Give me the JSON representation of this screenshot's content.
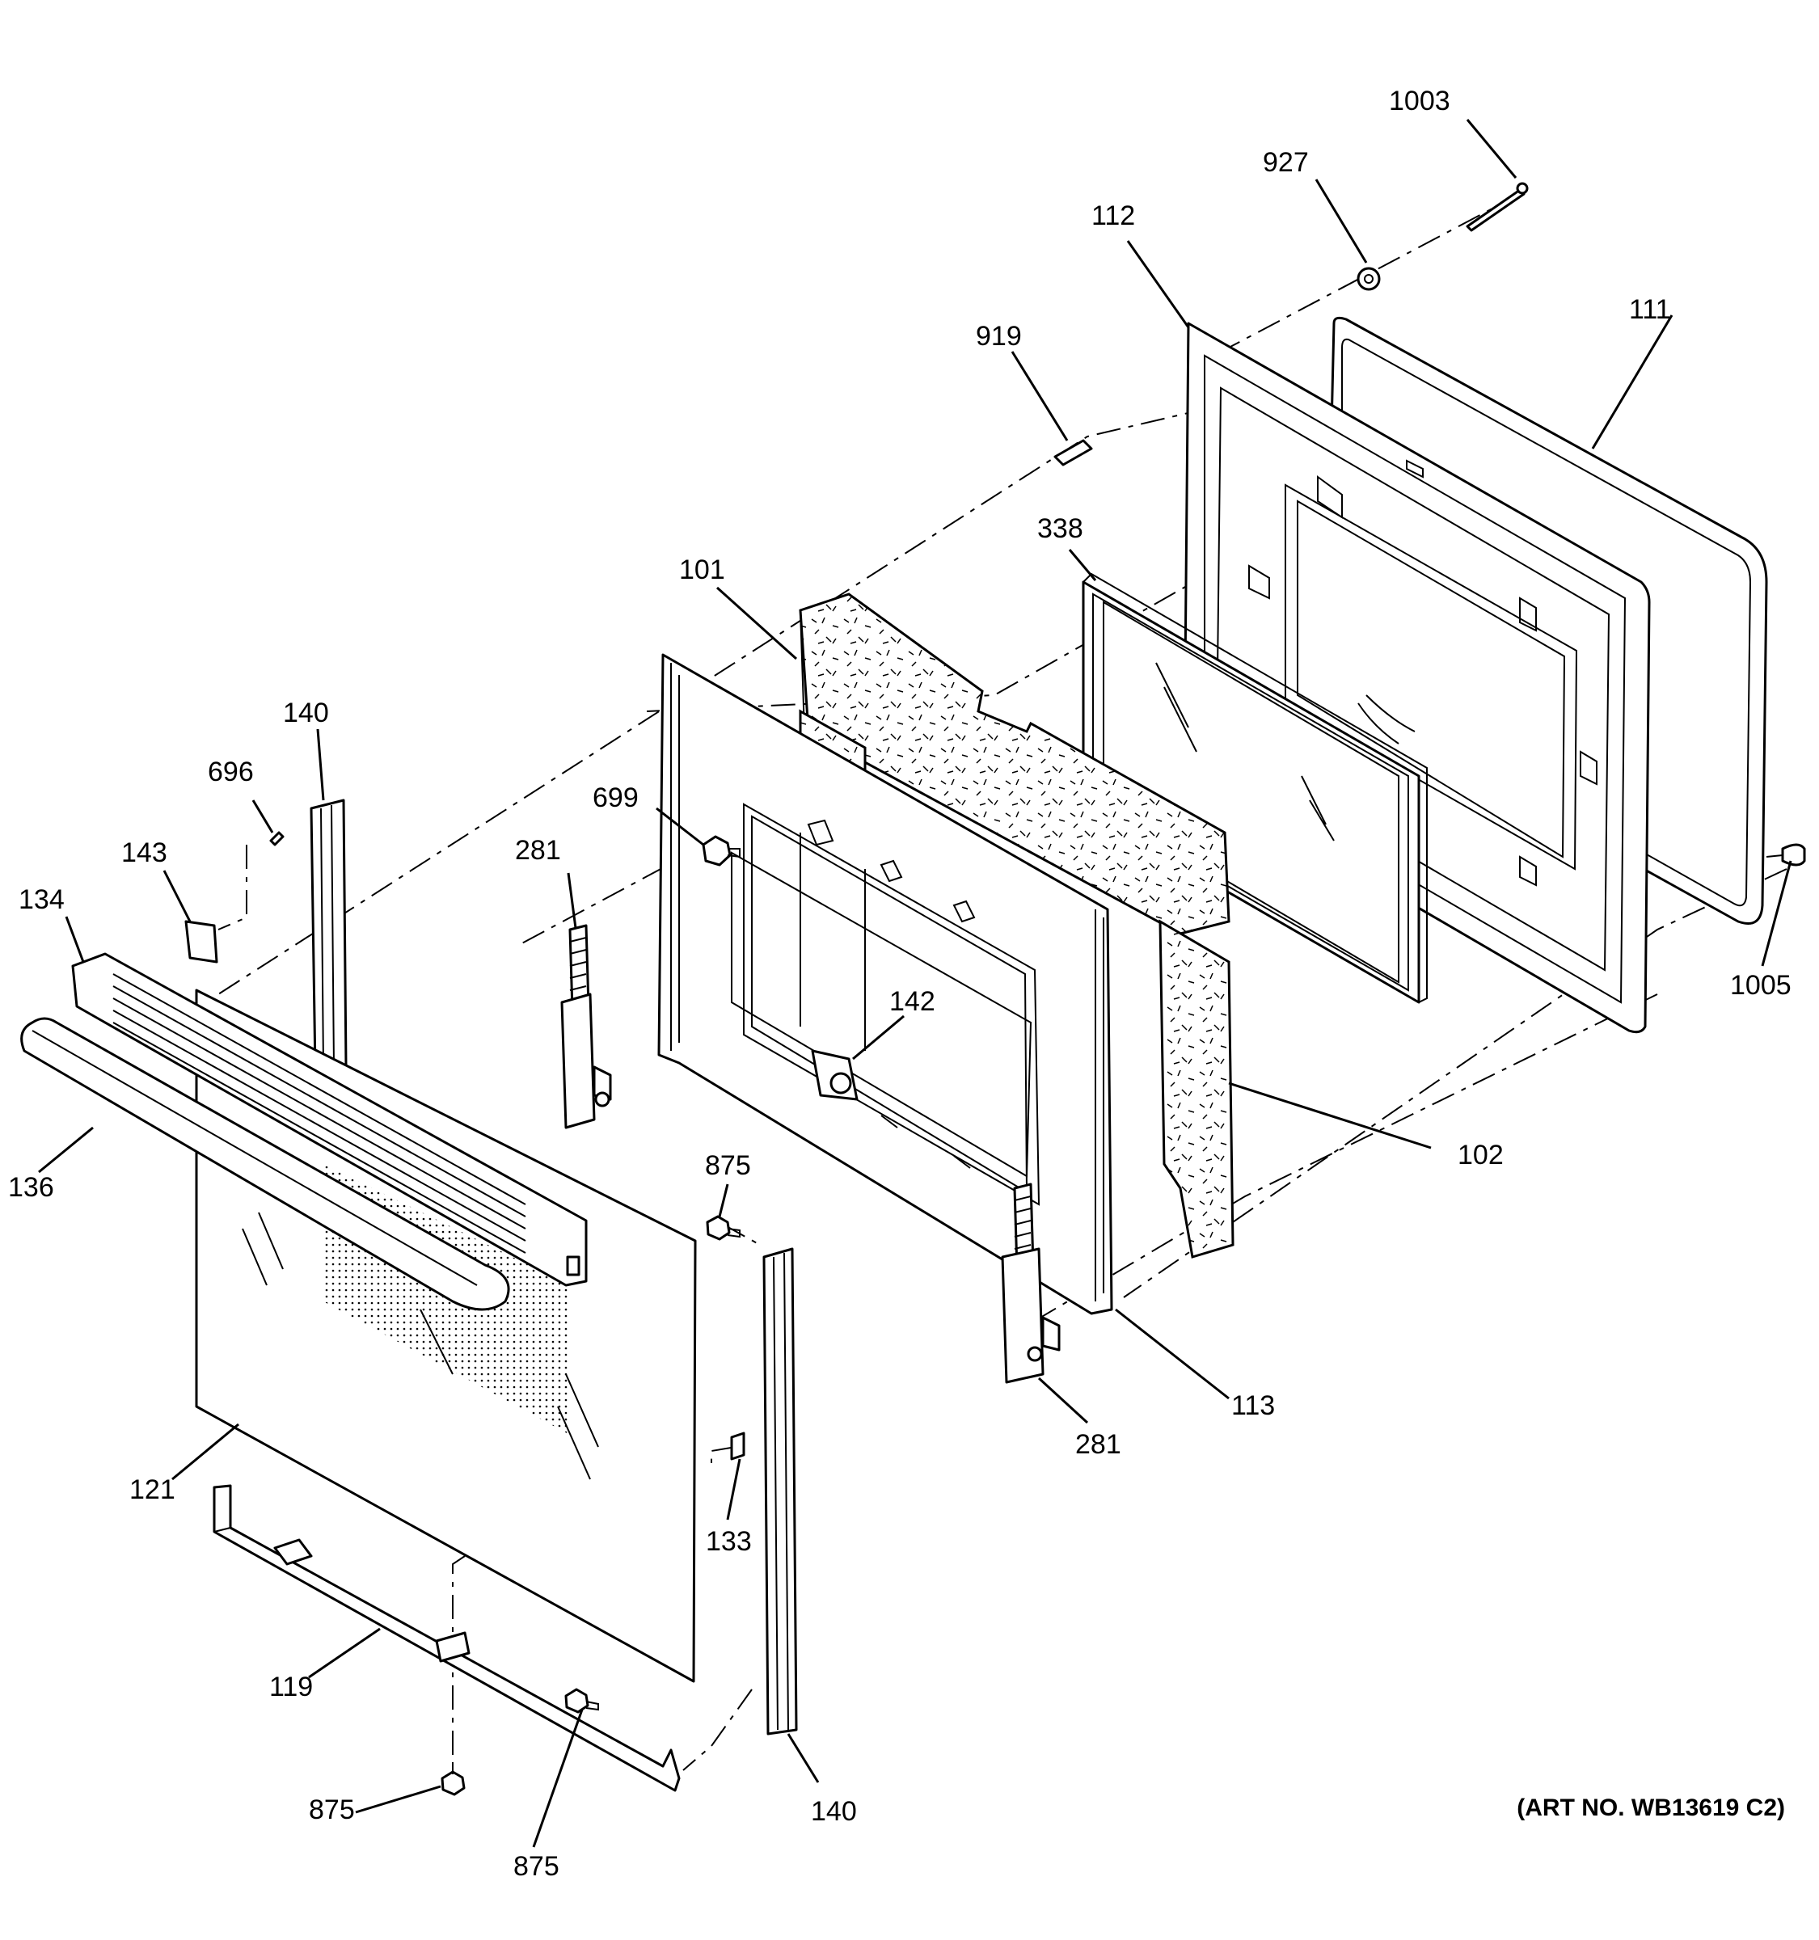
{
  "art_number": "(ART NO. WB13619 C2)",
  "callouts": [
    {
      "id": "c1003",
      "text": "1003"
    },
    {
      "id": "c927",
      "text": "927"
    },
    {
      "id": "c112",
      "text": "112"
    },
    {
      "id": "c111",
      "text": "111"
    },
    {
      "id": "c919",
      "text": "919"
    },
    {
      "id": "c338",
      "text": "338"
    },
    {
      "id": "c101",
      "text": "101"
    },
    {
      "id": "c140a",
      "text": "140"
    },
    {
      "id": "c696",
      "text": "696"
    },
    {
      "id": "c699",
      "text": "699"
    },
    {
      "id": "c143",
      "text": "143"
    },
    {
      "id": "c281a",
      "text": "281"
    },
    {
      "id": "c134",
      "text": "134"
    },
    {
      "id": "c142",
      "text": "142"
    },
    {
      "id": "c1005",
      "text": "1005"
    },
    {
      "id": "c136",
      "text": "136"
    },
    {
      "id": "c102",
      "text": "102"
    },
    {
      "id": "c875a",
      "text": "875"
    },
    {
      "id": "c113",
      "text": "113"
    },
    {
      "id": "c281b",
      "text": "281"
    },
    {
      "id": "c121",
      "text": "121"
    },
    {
      "id": "c133",
      "text": "133"
    },
    {
      "id": "c119",
      "text": "119"
    },
    {
      "id": "c875b",
      "text": "875"
    },
    {
      "id": "c875c",
      "text": "875"
    },
    {
      "id": "c140b",
      "text": "140"
    }
  ]
}
